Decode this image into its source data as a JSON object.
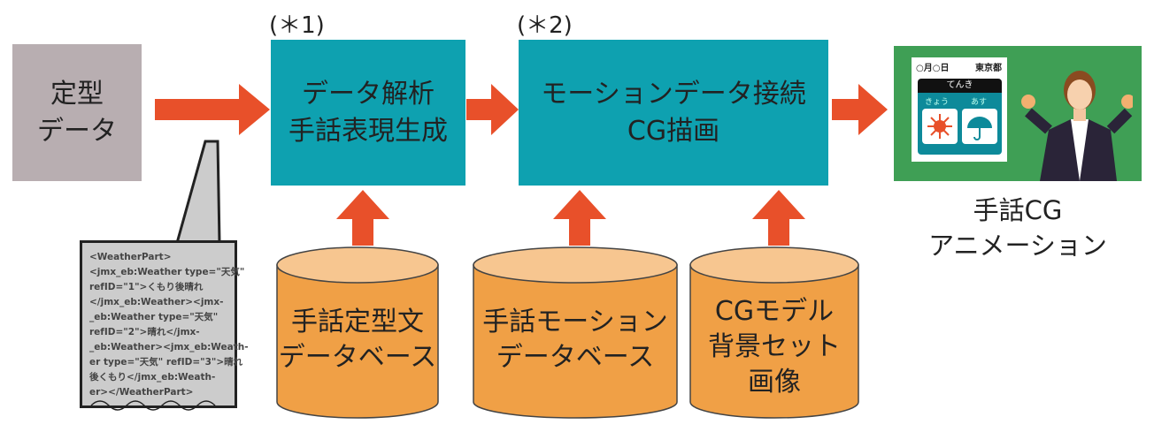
{
  "source": {
    "lines": [
      "定型",
      "データ"
    ]
  },
  "step1": {
    "note": "(＊1)",
    "lines": [
      "データ解析",
      "手話表現生成"
    ]
  },
  "step2": {
    "note": "(＊2)",
    "lines": [
      "モーションデータ接続",
      "CG描画"
    ]
  },
  "output": {
    "caption": [
      "手話CG",
      "アニメーション"
    ],
    "screen": {
      "date": "○月○日",
      "region": "東京都",
      "header": "てんき",
      "today": "きょう",
      "tomorrow": "あす",
      "today_icon": "sun-icon",
      "tomorrow_icon": "umbrella-icon"
    }
  },
  "databases": [
    {
      "lines": [
        "手話定型文",
        "データベース"
      ]
    },
    {
      "lines": [
        "手話モーション",
        "データベース"
      ]
    },
    {
      "lines": [
        "CGモデル",
        "背景セット",
        "画像"
      ]
    }
  ],
  "xml_sample": [
    "<WeatherPart>",
    "<jmx_eb:Weather type=\"天気\"",
    "refID=\"1\">くもり後晴れ",
    "</jmx_eb:Weather><jmx-",
    "_eb:Weather type=\"天気\"",
    "refID=\"2\">晴れ</jmx-",
    "_eb:Weather><jmx_eb:Weath-",
    "er type=\"天気\" refID=\"3\">晴れ",
    "後くもり</jmx_eb:Weath-",
    "er></WeatherPart>"
  ],
  "colors": {
    "source": "#b8aeb1",
    "process": "#0ea1b0",
    "arrow": "#e8502a",
    "db": "#f0a046",
    "db_top": "#f7c690",
    "screen_bg": "#3f9f55"
  }
}
